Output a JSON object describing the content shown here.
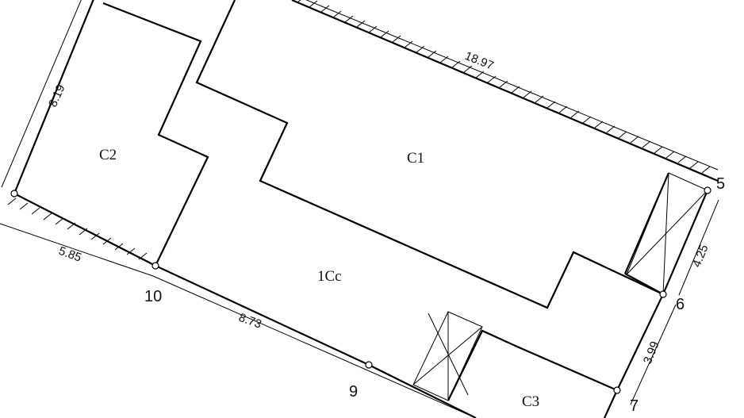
{
  "rooms": {
    "c1": "C1",
    "c2": "C2",
    "c3": "C3",
    "c1c": "1Cc"
  },
  "dimensions": {
    "top": "18.97",
    "left": "8.19",
    "bottom_left": "5.85",
    "bottom_mid": "8.73",
    "right_upper": "4.25",
    "right_lower": "3.99"
  },
  "points": {
    "p5": "5",
    "p6": "6",
    "p7": "7",
    "p9": "9",
    "p10": "10"
  }
}
